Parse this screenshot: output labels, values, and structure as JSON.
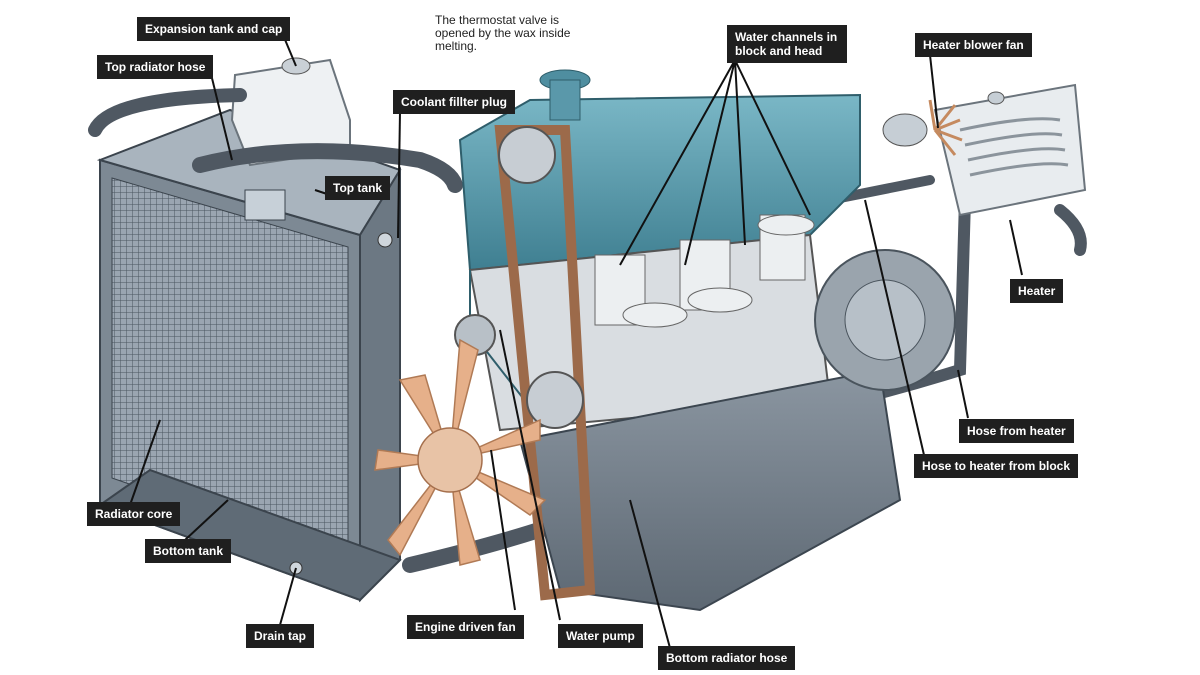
{
  "note": "The thermostat valve is opened by the wax inside melting.",
  "labels": {
    "expansion_tank": "Expansion tank and cap",
    "top_radiator_hose": "Top radiator hose",
    "coolant_filler_plug": "Coolant fillter plug",
    "top_tank": "Top tank",
    "water_channels": "Water channels in block and head",
    "heater_blower_fan": "Heater blower fan",
    "heater": "Heater",
    "hose_from_heater": "Hose from heater",
    "hose_to_heater": "Hose to heater from block",
    "radiator_core": "Radiator core",
    "bottom_tank": "Bottom tank",
    "drain_tap": "Drain tap",
    "engine_driven_fan": "Engine driven fan",
    "water_pump": "Water pump",
    "bottom_radiator_hose": "Bottom radiator hose"
  },
  "colors": {
    "engine_blue": "#5f9fb0",
    "radiator_grey": "#8a96a3",
    "label_bg": "#1f1f1f",
    "fan_orange": "#e6b08a"
  }
}
